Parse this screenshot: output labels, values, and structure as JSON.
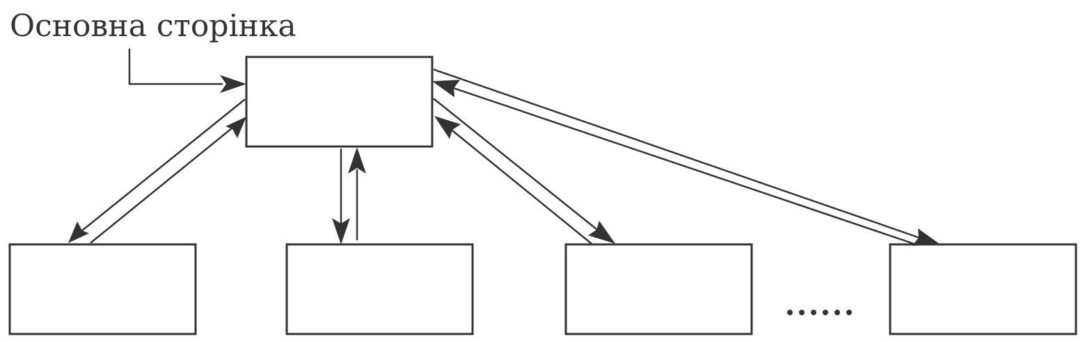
{
  "diagram": {
    "title": "Основна сторінка",
    "ellipsis": "......",
    "colors": {
      "stroke": "#333333",
      "background": "#ffffff"
    },
    "nodes": [
      {
        "id": "main-page"
      },
      {
        "id": "page-1"
      },
      {
        "id": "page-2"
      },
      {
        "id": "page-3"
      },
      {
        "id": "page-n"
      }
    ],
    "edges": [
      {
        "from": "main-page",
        "to": "page-1"
      },
      {
        "from": "page-1",
        "to": "main-page"
      },
      {
        "from": "main-page",
        "to": "page-2"
      },
      {
        "from": "page-2",
        "to": "main-page"
      },
      {
        "from": "main-page",
        "to": "page-3"
      },
      {
        "from": "page-3",
        "to": "main-page"
      },
      {
        "from": "main-page",
        "to": "page-n"
      },
      {
        "from": "page-n",
        "to": "main-page"
      }
    ]
  }
}
